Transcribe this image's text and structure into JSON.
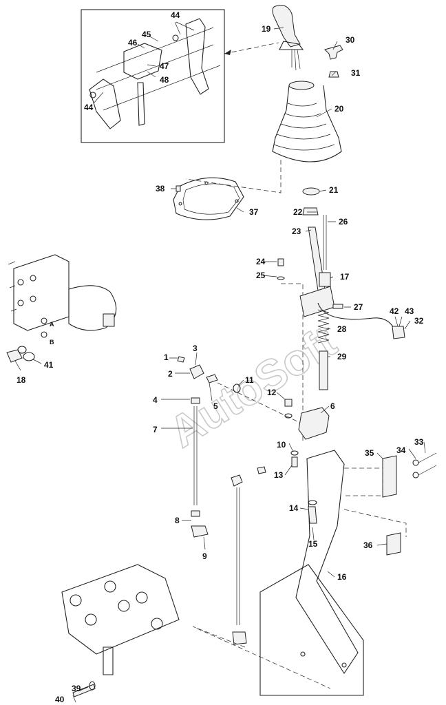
{
  "watermark": "AutoSoft",
  "callouts": [
    {
      "id": "c1",
      "text": "1"
    },
    {
      "id": "c2",
      "text": "2"
    },
    {
      "id": "c3",
      "text": "3"
    },
    {
      "id": "c4",
      "text": "4"
    },
    {
      "id": "c5",
      "text": "5"
    },
    {
      "id": "c6",
      "text": "6"
    },
    {
      "id": "c7",
      "text": "7"
    },
    {
      "id": "c8",
      "text": "8"
    },
    {
      "id": "c9",
      "text": "9"
    },
    {
      "id": "c10",
      "text": "10"
    },
    {
      "id": "c11",
      "text": "11"
    },
    {
      "id": "c12",
      "text": "12"
    },
    {
      "id": "c13",
      "text": "13"
    },
    {
      "id": "c14",
      "text": "14"
    },
    {
      "id": "c15",
      "text": "15"
    },
    {
      "id": "c16",
      "text": "16"
    },
    {
      "id": "c17",
      "text": "17"
    },
    {
      "id": "c18",
      "text": "18"
    },
    {
      "id": "c19",
      "text": "19"
    },
    {
      "id": "c20",
      "text": "20"
    },
    {
      "id": "c21",
      "text": "21"
    },
    {
      "id": "c22",
      "text": "22"
    },
    {
      "id": "c23",
      "text": "23"
    },
    {
      "id": "c24",
      "text": "24"
    },
    {
      "id": "c25",
      "text": "25"
    },
    {
      "id": "c26",
      "text": "26"
    },
    {
      "id": "c27",
      "text": "27"
    },
    {
      "id": "c28",
      "text": "28"
    },
    {
      "id": "c29",
      "text": "29"
    },
    {
      "id": "c30",
      "text": "30"
    },
    {
      "id": "c31",
      "text": "31"
    },
    {
      "id": "c32",
      "text": "32"
    },
    {
      "id": "c33",
      "text": "33"
    },
    {
      "id": "c34",
      "text": "34"
    },
    {
      "id": "c35",
      "text": "35"
    },
    {
      "id": "c36",
      "text": "36"
    },
    {
      "id": "c37",
      "text": "37"
    },
    {
      "id": "c38",
      "text": "38"
    },
    {
      "id": "c39",
      "text": "39"
    },
    {
      "id": "c40",
      "text": "40"
    },
    {
      "id": "c41",
      "text": "41"
    },
    {
      "id": "c42",
      "text": "42"
    },
    {
      "id": "c43",
      "text": "43"
    },
    {
      "id": "c44a",
      "text": "44"
    },
    {
      "id": "c44b",
      "text": "44"
    },
    {
      "id": "c45",
      "text": "45"
    },
    {
      "id": "c46",
      "text": "46"
    },
    {
      "id": "c47",
      "text": "47"
    },
    {
      "id": "c48",
      "text": "48"
    }
  ],
  "port_labels": {
    "a": "A",
    "b": "B"
  }
}
